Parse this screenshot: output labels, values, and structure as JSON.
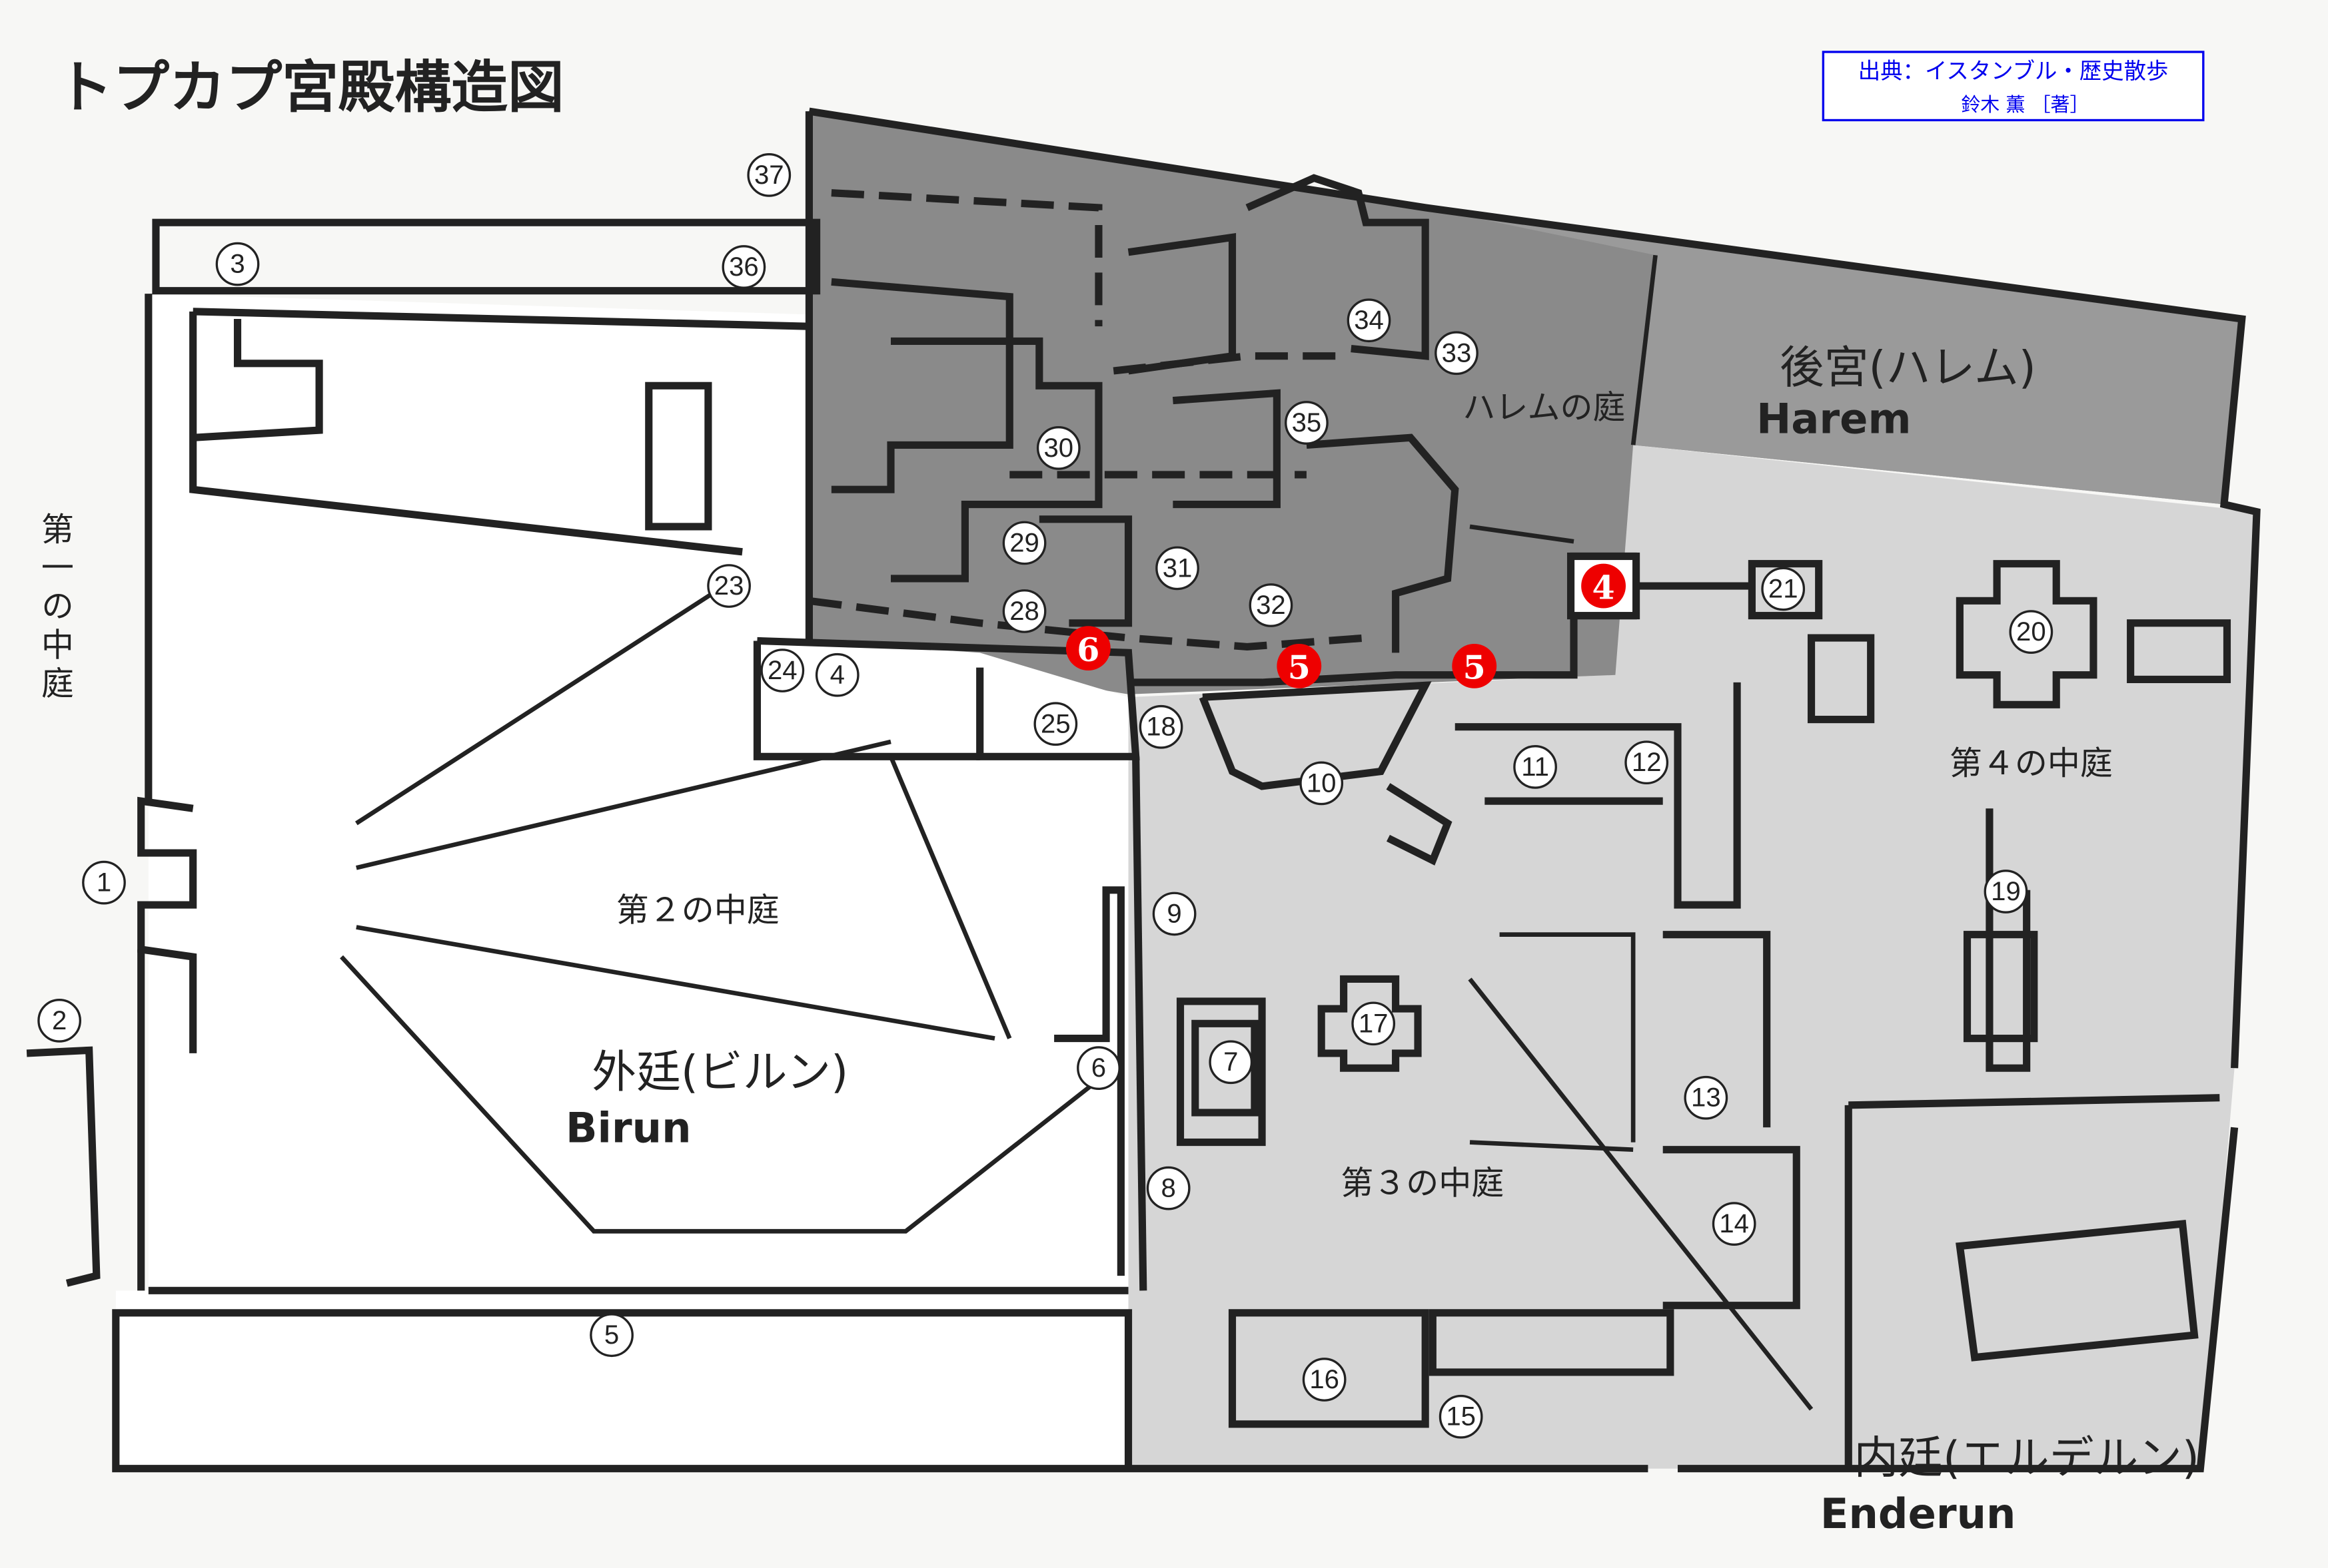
{
  "title": "トプカプ宮殿構造図",
  "source": {
    "line1": "出典：イスタンブル・歴史散歩",
    "line2": "鈴木 薫 ［著］",
    "color": "#0000ee"
  },
  "areas": {
    "first_court": "第一の中庭",
    "second_court": "第２の中庭",
    "third_court": "第３の中庭",
    "fourth_court": "第４の中庭",
    "harem_court": "ハレムの庭",
    "harem_jp": "後宮(ハレム)",
    "harem_en": "Harem",
    "birun_jp": "外廷(ビルン)",
    "birun_en": "Birun",
    "enderun_jp": "内廷(エルデルン)",
    "enderun_en": "Enderun"
  },
  "colors": {
    "harem_fill": "#8a8a8a",
    "enderun_fill": "#d6d6d6",
    "birun_fill": "#ffffff",
    "highlight": "#ee0000"
  },
  "markers": [
    "1",
    "2",
    "3",
    "4",
    "5",
    "6",
    "7",
    "8",
    "9",
    "10",
    "11",
    "12",
    "13",
    "14",
    "15",
    "16",
    "17",
    "18",
    "19",
    "20",
    "21",
    "23",
    "24",
    "25",
    "28",
    "29",
    "30",
    "31",
    "32",
    "33",
    "34",
    "35",
    "36",
    "37"
  ],
  "highlight_markers": [
    "6",
    "5",
    "5",
    "4"
  ]
}
